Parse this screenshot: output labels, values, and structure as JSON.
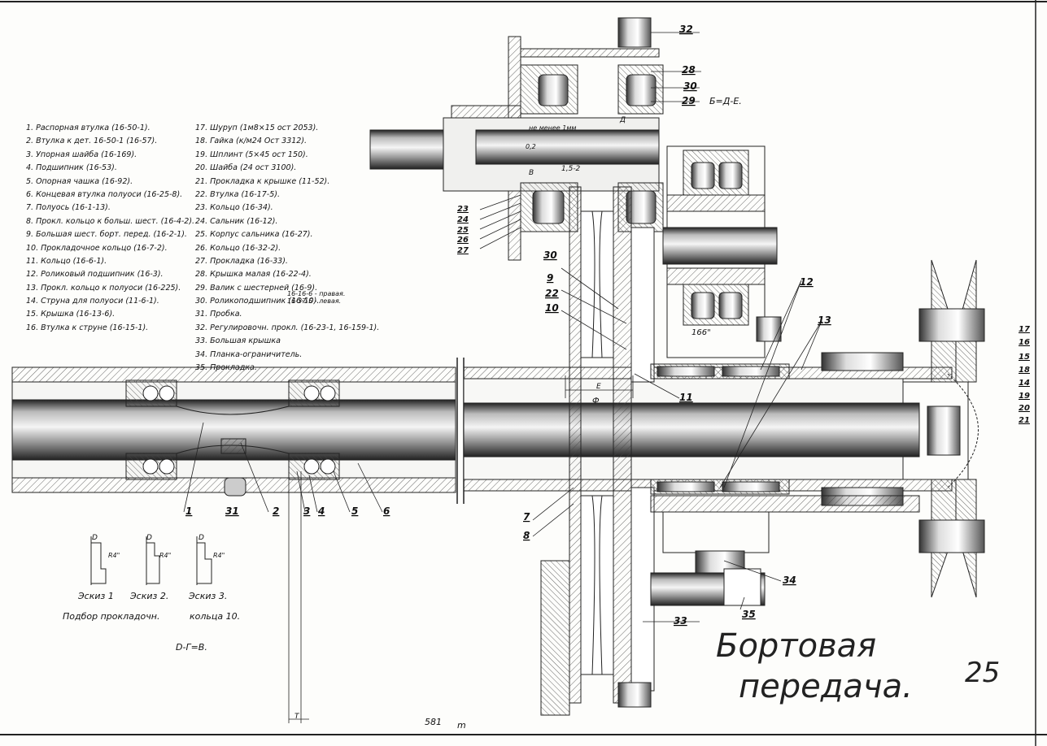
{
  "title": {
    "line1": "Бортовая",
    "line2": "передача."
  },
  "sheet_number": "25",
  "section_label": "Б=Д-Е.",
  "legend_col1": [
    "1. Распорная втулка (16-50-1).",
    "2. Втулка к дет. 16-50-1 (16-57).",
    "3. Упорная шайба (16-169).",
    "4. Подшипник (16-53).",
    "5. Опорная чашка (16-92).",
    "6. Концевая втулка полуоси (16-25-8).",
    "7. Полуось (16-1-13).",
    "8. Прокл. кольцо к больш. шест. (16-4-2).",
    "9. Большая шест. борт. перед. (16-2-1).",
    "10. Прокладочное кольцо (16-7-2).",
    "11. Кольцо (16-6-1).",
    "12. Роликовый подшипник (16-3).",
    "13. Прокл. кольцо к полуоси (16-225).",
    "14. Струна для полуоси (11-6-1).",
    "15. Крышка (16-13-6).",
    "16. Втулка к струне (16-15-1)."
  ],
  "legend_col2": [
    "17. Шуруп (1м8×15 ост 2053).",
    "18. Гайка (к/м24 Ост 3312).",
    "19. Шплинт (5×45 ост 150).",
    "20. Шайба (24 ост 3100).",
    "21. Прокладка к крышке (11-52).",
    "22. Втулка (16-17-5).",
    "23. Кольцо (16-34).",
    "24. Сальник (16-12).",
    "25. Корпус сальника (16-27).",
    "26. Кольцо (16-32-2).",
    "27. Прокладка (16-33).",
    "28. Крышка малая (16-22-4).",
    "29. Валик с шестерней (16-9).",
    "30. Роликоподшипник (16-10).",
    "31. Пробка.",
    "32. Регулировочн. прокл. (16-23-1, 16-159-1).",
    "33. Большая крышка",
    "34. Планка-ограничитель.",
    "35. Прокладка."
  ],
  "big_cover_variants": {
    "right": "16-16-6 - правая.",
    "left": "16-37-5 - левая."
  },
  "sketches": [
    {
      "name": "Эскиз 1",
      "mark": "D",
      "radius": "R4\""
    },
    {
      "name": "Эскиз 2.",
      "mark": "D",
      "radius": "R4\""
    },
    {
      "name": "Эскиз 3.",
      "mark": "D",
      "radius": "R4\""
    }
  ],
  "sketch_caption_left": "Подбор прокладочн.",
  "sketch_caption_right": "кольца 10.",
  "formula": "D-Г=В.",
  "dimension_notes": {
    "no_less": "не менее 1мм",
    "gap": "0,2",
    "b_label": "В",
    "b_value": "1,5-2",
    "clearance": "166\"",
    "d_label": "Д",
    "phi_label": "Ф",
    "e_label": "Е",
    "t_label": "Т",
    "bottom_value": "581",
    "bottom_unit": "m"
  },
  "callouts": [
    "1",
    "2",
    "3",
    "4",
    "5",
    "6",
    "7",
    "8",
    "9",
    "10",
    "11",
    "12",
    "13",
    "14",
    "15",
    "16",
    "17",
    "18",
    "19",
    "20",
    "21",
    "22",
    "23",
    "24",
    "25",
    "26",
    "27",
    "28",
    "29",
    "30",
    "31",
    "32",
    "33",
    "34",
    "35"
  ]
}
